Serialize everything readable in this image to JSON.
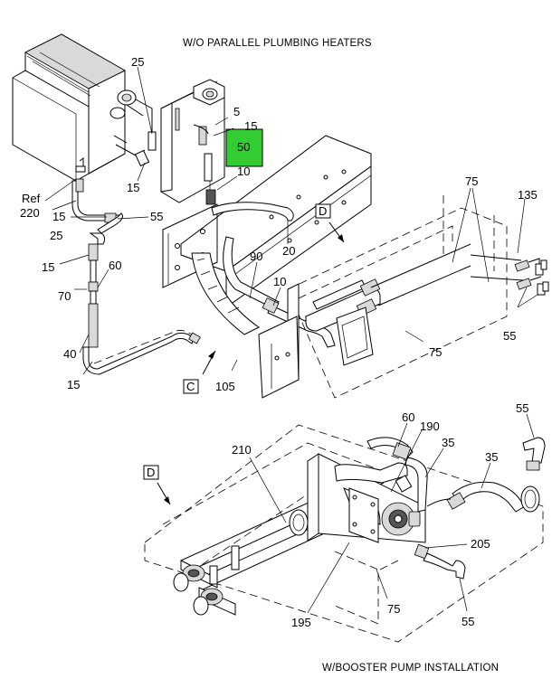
{
  "headers": {
    "top": "W/O PARALLEL PLUMBING HEATERS",
    "bottom": "W/BOOSTER PUMP INSTALLATION"
  },
  "highlight": {
    "label": "50",
    "color": "#33cc33"
  },
  "callouts_top": {
    "c25a": "25",
    "c5": "5",
    "c15a": "15",
    "c15b": "15",
    "c10a": "10",
    "ref": "Ref",
    "c220": "220",
    "c15c": "15",
    "c25b": "25",
    "c55a": "55",
    "c20": "20",
    "c75a": "75",
    "c135": "135",
    "c15d": "15",
    "c60a": "60",
    "c70": "70",
    "c90": "90",
    "c10b": "10",
    "c55b": "55",
    "c40": "40",
    "c75b": "75",
    "c15e": "15",
    "c105": "105"
  },
  "view_boxes": {
    "d_top": "D",
    "c": "C",
    "d_bottom": "D"
  },
  "callouts_bottom": {
    "c60": "60",
    "c190": "190",
    "c35a": "35",
    "c55a": "55",
    "c210": "210",
    "c35b": "35",
    "c205": "205",
    "c195": "195",
    "c75": "75",
    "c55b": "55"
  }
}
